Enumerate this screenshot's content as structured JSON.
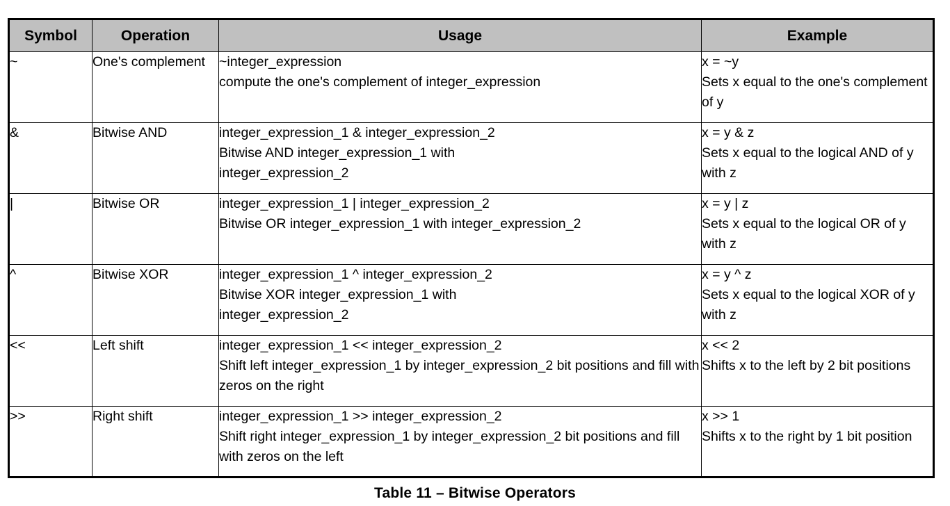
{
  "table": {
    "columns": [
      {
        "key": "symbol",
        "label": "Symbol"
      },
      {
        "key": "operation",
        "label": "Operation"
      },
      {
        "key": "usage",
        "label": "Usage"
      },
      {
        "key": "example",
        "label": "Example"
      }
    ],
    "header_background": "#c0c0c0",
    "border_color": "#000000",
    "rows": [
      {
        "symbol": "~",
        "operation": "One's complement",
        "usage_lines": [
          "~integer_expression",
          "compute the one's complement of integer_expression"
        ],
        "example_lines": [
          "x = ~y",
          "Sets x equal to the one's complement of y"
        ]
      },
      {
        "symbol": "&",
        "operation": "Bitwise AND",
        "usage_lines": [
          "integer_expression_1 & integer_expression_2",
          "Bitwise AND integer_expression_1 with",
          "integer_expression_2"
        ],
        "example_lines": [
          "x = y & z",
          "Sets x equal to the logical AND of y with z"
        ]
      },
      {
        "symbol": "|",
        "operation": "Bitwise OR",
        "usage_lines": [
          "integer_expression_1 | integer_expression_2",
          "Bitwise OR integer_expression_1 with integer_expression_2"
        ],
        "example_lines": [
          "x = y | z",
          "Sets x equal to the logical OR of y with z"
        ]
      },
      {
        "symbol": "^",
        "operation": "Bitwise XOR",
        "usage_lines": [
          "integer_expression_1 ^ integer_expression_2",
          "Bitwise XOR integer_expression_1 with",
          "integer_expression_2"
        ],
        "example_lines": [
          "x = y ^ z",
          "Sets x equal to the logical XOR of y with z"
        ]
      },
      {
        "symbol": "<<",
        "operation": "Left shift",
        "usage_lines": [
          "integer_expression_1 << integer_expression_2",
          "Shift left integer_expression_1 by integer_expression_2 bit positions and fill with zeros on the right"
        ],
        "example_lines": [
          "x << 2",
          "Shifts x to the left by 2 bit positions"
        ]
      },
      {
        "symbol": ">>",
        "operation": "Right shift",
        "usage_lines": [
          "integer_expression_1 >> integer_expression_2",
          "Shift right integer_expression_1 by integer_expression_2 bit positions and fill with zeros on the left"
        ],
        "example_lines": [
          "x >> 1",
          "Shifts x to the right by 1 bit position"
        ]
      }
    ]
  },
  "caption": "Table 11 – Bitwise Operators"
}
